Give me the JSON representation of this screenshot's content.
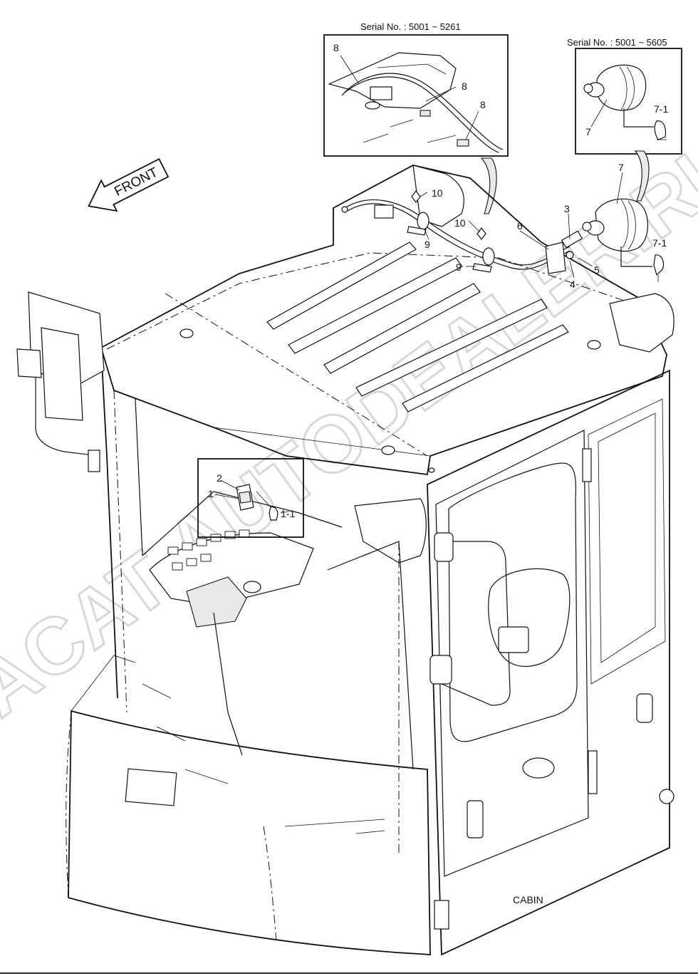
{
  "diagram": {
    "serial_left": "Serial No. : 5001 ~ 5261",
    "serial_right": "Serial No. : 5001 ~ 5605",
    "front_label": "FRONT",
    "cabin_label": "CABIN",
    "watermark": "ACAT-AUTODEALER.RU",
    "callouts": {
      "c1": "1",
      "c1_1": "1-1",
      "c2": "2",
      "c3": "3",
      "c4": "4",
      "c5": "5",
      "c6": "6",
      "c7_main": "7",
      "c7_1_main": "7-1",
      "c7_inset": "7",
      "c7_1_inset": "7-1",
      "c8_a": "8",
      "c8_b": "8",
      "c8_c": "8",
      "c9_a": "9",
      "c9_b": "9",
      "c10_a": "10",
      "c10_b": "10"
    }
  }
}
